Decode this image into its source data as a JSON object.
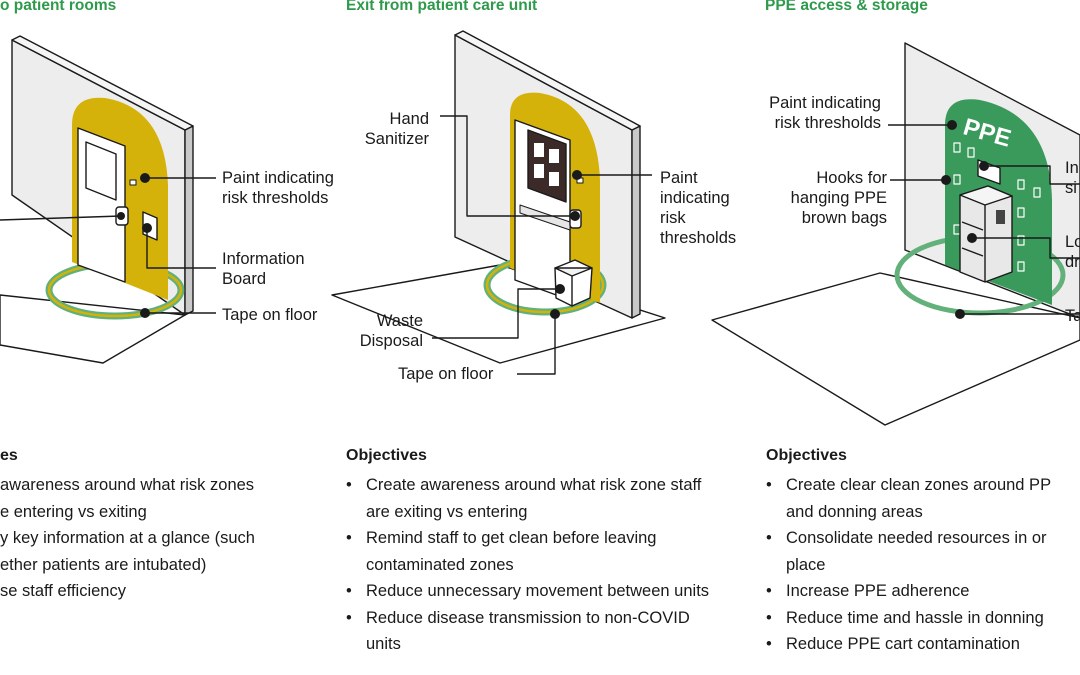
{
  "panels": [
    {
      "title": "o patient rooms",
      "labels": {
        "paint": "Paint indicating\nrisk thresholds",
        "info": "Information\nBoard",
        "tape": "Tape on floor"
      },
      "objectives_heading": "es",
      "objectives": [
        "awareness around what risk zones",
        "e entering vs exiting",
        "y key information at a glance (such",
        "ether patients are intubated)",
        "se staff efficiency"
      ]
    },
    {
      "title": "Exit from patient care unit",
      "labels": {
        "sanitizer": "Hand\nSanitizer",
        "paint": "Paint\nindicating\nrisk\nthresholds",
        "waste": "Waste\nDisposal",
        "tape": "Tape on floor"
      },
      "objectives_heading": "Objectives",
      "objectives": [
        "Create awareness around what risk zone staff are exiting vs entering",
        "Remind staff to get clean before leaving contaminated zones",
        "Reduce unnecessary movement between units",
        "Reduce disease transmission to non-COVID units"
      ]
    },
    {
      "title": "PPE access & storage",
      "sign": "PPE",
      "labels": {
        "paint": "Paint indicating\nrisk thresholds",
        "hooks": "Hooks for\nhanging PPE\nbrown bags",
        "info": "In\nsi",
        "locker": "Lo\ndr",
        "tape": "Ta"
      },
      "objectives_heading": "Objectives",
      "objectives": [
        "Create clear clean zones around PP and donning areas",
        "Consolidate needed resources in or place",
        "Increase PPE adherence",
        "Reduce time and hassle in donning",
        "Reduce PPE cart contamination"
      ]
    }
  ],
  "colors": {
    "title_green": "#2e9a4b",
    "paint_yellow": "#d4b20a",
    "ppe_green": "#3a9a5c",
    "tape_green": "#62b07a",
    "wall": "#ededed"
  }
}
